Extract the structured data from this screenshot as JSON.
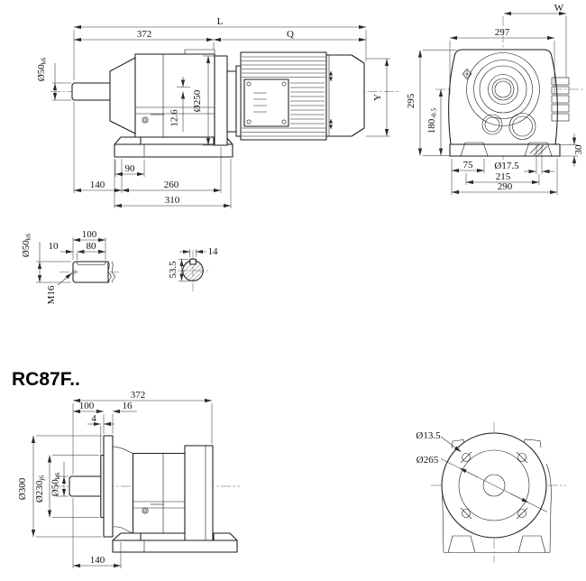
{
  "page": {
    "title": "RC87F.."
  },
  "side_view": {
    "dim_L": "L",
    "dim_372": "372",
    "dim_Q": "Q",
    "shaft_dia": "Ø50",
    "shaft_tol": "k6",
    "adapter_dia": "Ø250",
    "center_offset": "12.6",
    "foot_90": "90",
    "foot_140": "140",
    "foot_260": "260",
    "foot_310": "310",
    "motor_dia": "Y"
  },
  "front_view": {
    "dim_W": "W",
    "width": "297",
    "height": "295",
    "axis_height": "180",
    "axis_tol": "-0.5",
    "foot_75": "75",
    "bolt_hole": "Ø17.5",
    "bolt_span": "215",
    "base_width": "290",
    "foot_height": "30"
  },
  "shaft_detail": {
    "length": "100",
    "key_length": "80",
    "key_offset": "10",
    "dia": "Ø50",
    "dia_tol": "k6",
    "thread": "M16"
  },
  "shaft_section": {
    "key_width": "14",
    "key_height": "53.5"
  },
  "flange_side_view": {
    "dim_372": "372",
    "shaft_len": "100",
    "flange_thk": "16",
    "spigot_len": "4",
    "flange_dia": "Ø300",
    "spigot_dia": "Ø230",
    "spigot_tol": "j6",
    "shaft_dia": "Ø50",
    "shaft_tol": "k6",
    "foot_140": "140"
  },
  "flange_face_view": {
    "bolt_hole_dia": "Ø13.5",
    "bolt_circle_dia": "Ø265"
  }
}
